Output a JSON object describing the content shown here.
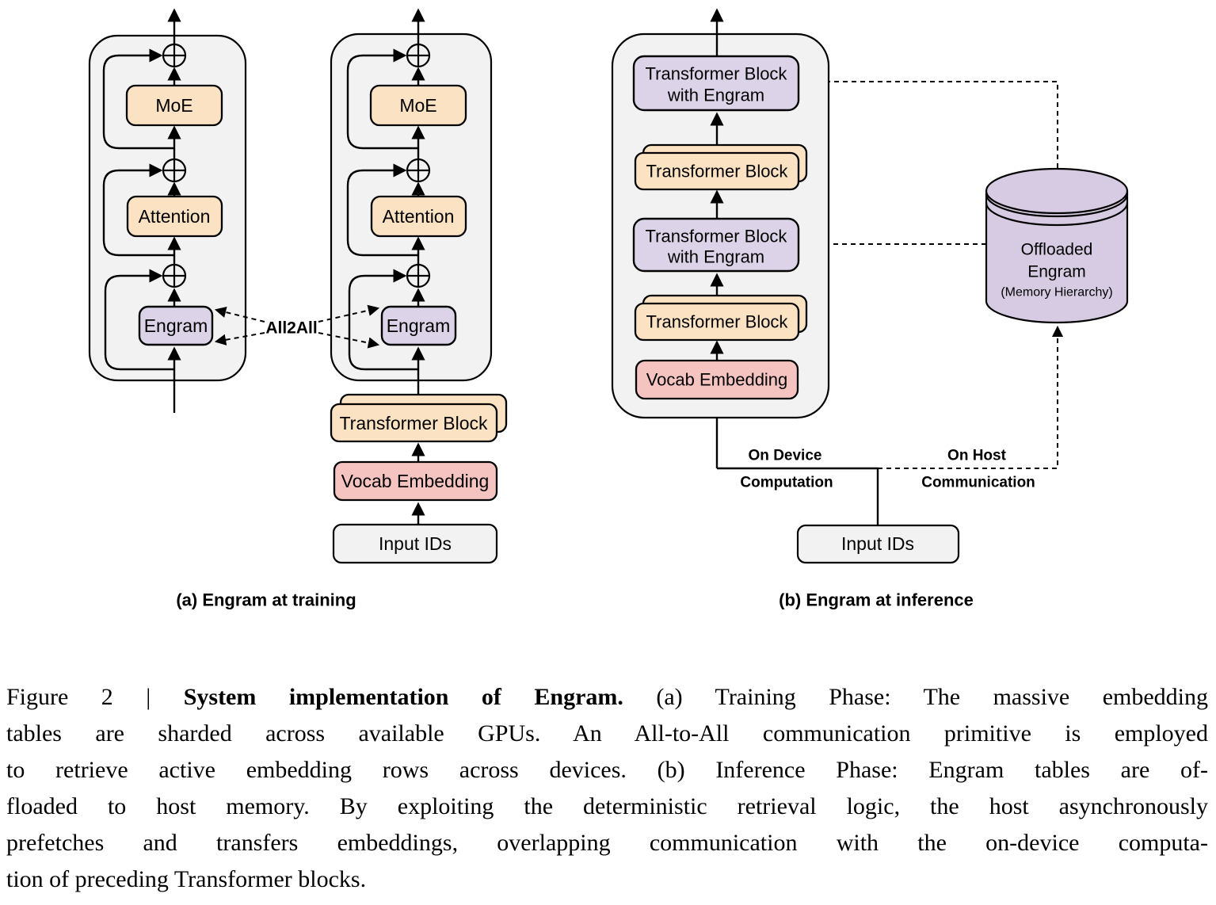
{
  "figure": {
    "panel_a": {
      "moe": "MoE",
      "attention": "Attention",
      "engram": "Engram",
      "all2all": "All2All",
      "transformer_block": "Transformer Block",
      "vocab_embedding": "Vocab Embedding",
      "input_ids": "Input IDs",
      "caption": "(a) Engram at training"
    },
    "panel_b": {
      "tb_engram_line1": "Transformer Block",
      "tb_engram_line2": "with Engram",
      "transformer_block": "Transformer Block",
      "vocab_embedding": "Vocab Embedding",
      "input_ids": "Input IDs",
      "on_device_line1": "On Device",
      "on_device_line2": "Computation",
      "on_host_line1": "On Host",
      "on_host_line2": "Communication",
      "cylinder_line1": "Offloaded",
      "cylinder_line2": "Engram",
      "cylinder_line3": "(Memory Hierarchy)",
      "caption": "(b) Engram at inference"
    }
  },
  "caption": {
    "line1_prefix": "Figure 2 | ",
    "line1_bold": "System implementation of Engram.",
    "line1_rest": " (a) Training Phase: The massive embedding",
    "line2": "tables are sharded across available GPUs. An All-to-All communication primitive is employed",
    "line3": "to retrieve active embedding rows across devices. (b) Inference Phase: Engram tables are of-",
    "line4": "floaded to host memory. By exploiting the deterministic retrieval logic, the host asynchronously",
    "line5": "prefetches and transfers embeddings, overlapping communication with the on-device computa-",
    "line6": "tion of preceding Transformer blocks."
  },
  "colors": {
    "box_orange": "#FBE2C2",
    "box_purple": "#DCD3E8",
    "box_pink": "#F6C4C0",
    "box_gray": "#F2F2F2",
    "cylinder_purple": "#D7CBE3",
    "line_black": "#000000"
  }
}
